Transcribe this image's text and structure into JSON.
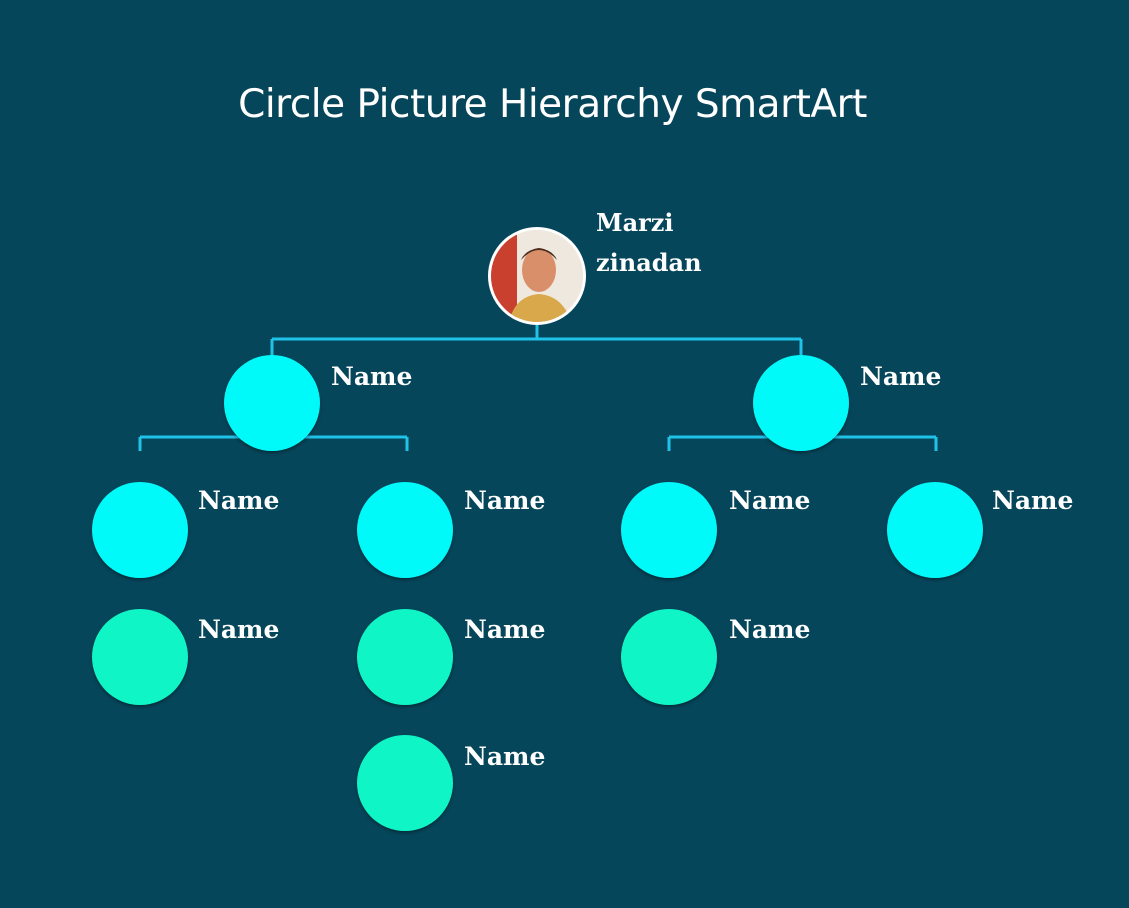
{
  "title": "Circle Picture Hierarchy SmartArt",
  "root": {
    "name_line1": "Marzi",
    "name_line2": "zinadan"
  },
  "level1": [
    {
      "label": "Name"
    },
    {
      "label": "Name"
    }
  ],
  "level2": [
    {
      "label": "Name"
    },
    {
      "label": "Name"
    },
    {
      "label": "Name"
    },
    {
      "label": "Name"
    }
  ],
  "level3": [
    {
      "label": "Name"
    },
    {
      "label": "Name"
    },
    {
      "label": "Name"
    },
    {
      "label": "Name"
    }
  ],
  "colors": {
    "background": "#06465b",
    "connector": "#1fc3e8",
    "level_cyan": "#00fafa",
    "level_teal": "#10f5c6"
  }
}
